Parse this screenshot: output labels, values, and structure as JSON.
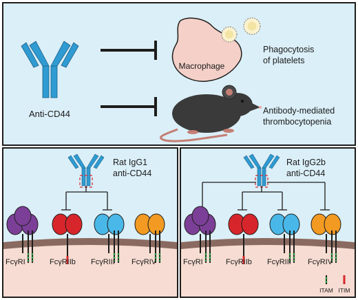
{
  "colors": {
    "frame": "#1d1d1b",
    "panel_bg": "#dbeff8",
    "antibody": "#2f9bd2",
    "macrophage": "#f4d0c8",
    "membrane": "#8a6a60",
    "cytoplasm": "#f6dcd2",
    "purple": "#7c3f98",
    "red": "#d7262b",
    "cyan": "#49b8e8",
    "orange": "#f29a22",
    "itam": "#2e9c48",
    "itim": "#d7262b"
  },
  "top": {
    "antibody_label": "Anti-CD44",
    "macrophage_label": "Macrophage",
    "effect1": [
      "Phagocytosis",
      "of platelets"
    ],
    "effect2": [
      "Antibody-mediated",
      "thrombocytopenia"
    ]
  },
  "left": {
    "antibody_label": [
      "Rat IgG1",
      "anti-CD44"
    ],
    "receptors": [
      "FcγRI",
      "FcγRIIb",
      "FcγRIII",
      "FcγRIV"
    ]
  },
  "right": {
    "antibody_label": [
      "Rat IgG2b",
      "anti-CD44"
    ],
    "receptors": [
      "FcγRI",
      "FcγRIIb",
      "FcγRIII",
      "FcγRIV"
    ],
    "legend": [
      "ITAM",
      "ITIM"
    ]
  }
}
